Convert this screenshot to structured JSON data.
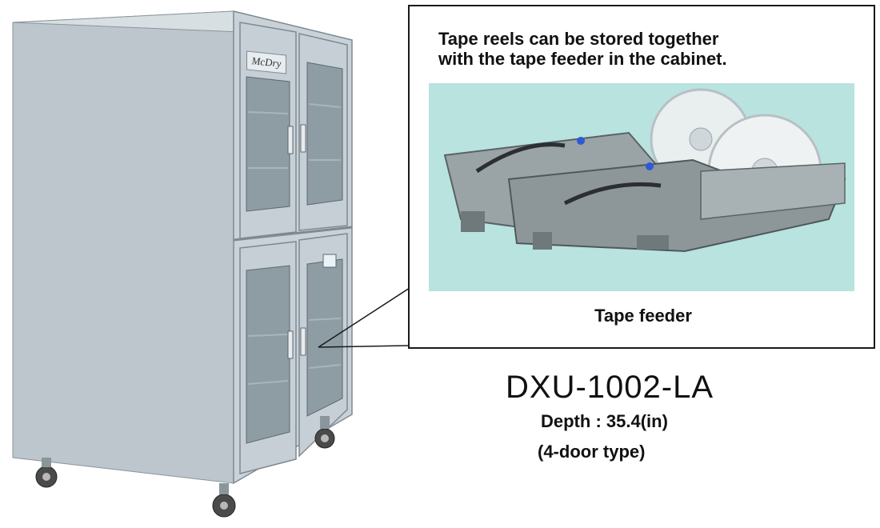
{
  "callout": {
    "headline": "Tape reels can be stored together\nwith the tape feeder in the cabinet.",
    "caption": "Tape feeder"
  },
  "product": {
    "model": "DXU-1002-LA",
    "depth": "Depth : 35.4(in)",
    "door_type": "(4-door type)",
    "brand_label": "McDry"
  },
  "colors": {
    "cabinet": "#c3cdd3",
    "cabinet_shadow": "#9fabb2",
    "glass": "#8e9da4",
    "photo_bg": "#b9e3df",
    "text": "#111111"
  }
}
